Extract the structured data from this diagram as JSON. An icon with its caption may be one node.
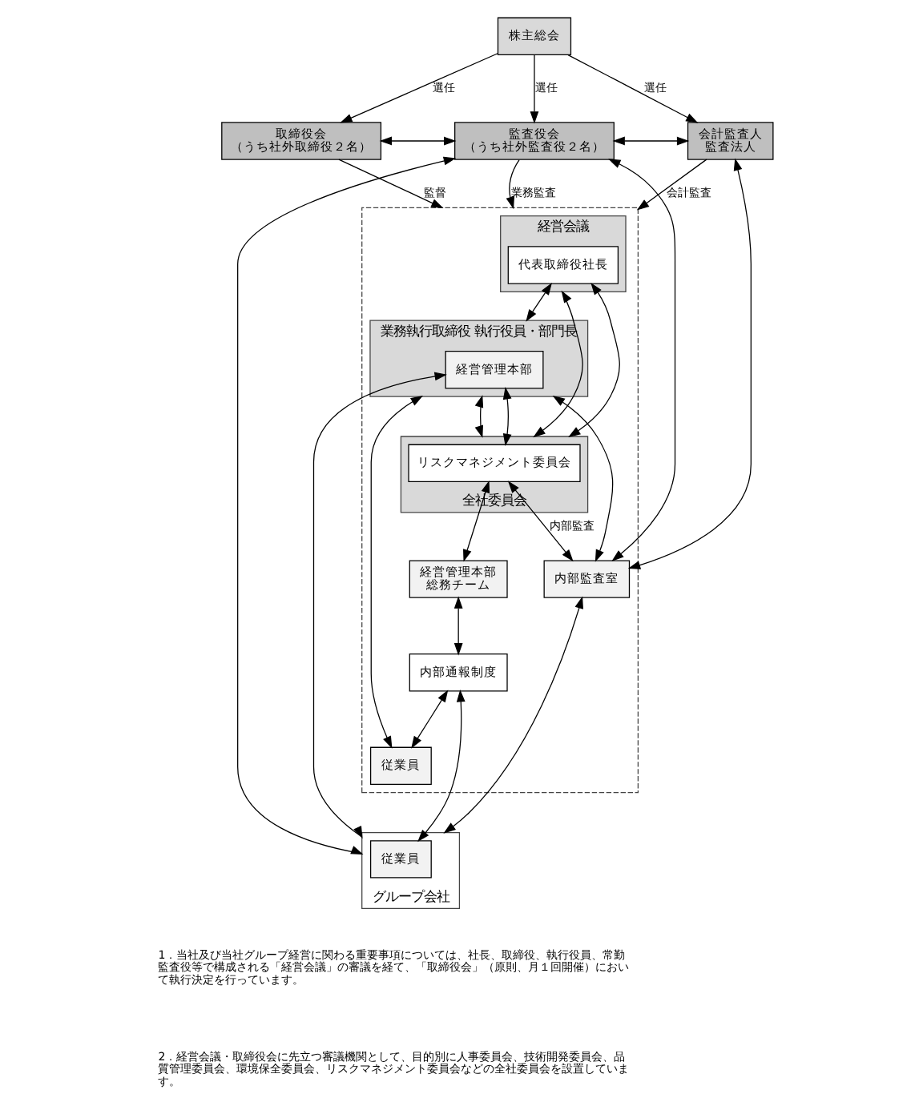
{
  "diagram": {
    "nodes": [
      {
        "text": [
          "株主総会"
        ]
      },
      {
        "text": [
          "取締役会",
          "（うち社外取締役２名）"
        ]
      },
      {
        "text": [
          "監査役会",
          "（うち社外監査役２名）"
        ]
      },
      {
        "text": [
          "会計監査人",
          "監査法人"
        ]
      },
      {
        "text": [],
        "shape": "box"
      },
      {
        "text": [
          "経営会議"
        ],
        "in": 4
      },
      {
        "text": [
          "代表取締役社長"
        ],
        "in": 5
      },
      {
        "text": [
          "業務執行取締役 執行役員・部門長"
        ],
        "in": 4
      },
      {
        "text": [
          "経営管理本部"
        ],
        "in": 7
      },
      {
        "text": [
          "全社委員会"
        ],
        "in": 4
      },
      {
        "text": [
          "リスクマネジメント委員会"
        ],
        "in": 9
      },
      {
        "text": [
          "内部監査室"
        ],
        "in": 4
      },
      {
        "text": [
          "経営管理本部",
          "総務チーム"
        ],
        "in": 4
      },
      {
        "text": [
          "内部通報制度"
        ],
        "in": 4
      },
      {
        "text": [
          "従業員"
        ],
        "in": 4
      },
      {
        "text": [
          "グループ会社"
        ]
      },
      {
        "text": [
          "従業員"
        ],
        "in": 15
      }
    ],
    "edges": [
      {
        "from": 0,
        "to": 1,
        "arrow": "to",
        "label": "選任"
      },
      {
        "from": 0,
        "to": 2,
        "arrow": "to",
        "label": "選任"
      },
      {
        "from": 0,
        "to": 3,
        "arrow": "to",
        "label": "選任"
      },
      {
        "from": 1,
        "to": 2,
        "arrow": "both"
      },
      {
        "from": 2,
        "to": 3,
        "arrow": "both"
      },
      {
        "from": 1,
        "to": 4,
        "arrow": "to",
        "label": "監督"
      },
      {
        "from": 2,
        "to": 4,
        "arrow": "to",
        "label": "業務監査"
      },
      {
        "from": 3,
        "to": 4,
        "arrow": "to",
        "label": "会計監査"
      },
      {
        "from": 2,
        "to": 11,
        "arrow": "both"
      },
      {
        "from": 2,
        "to": 15,
        "arrow": "both"
      },
      {
        "from": 6,
        "to": 7,
        "arrow": "both"
      },
      {
        "from": 5,
        "to": 9,
        "arrow": "both"
      },
      {
        "from": 6,
        "to": 9,
        "arrow": "both"
      },
      {
        "from": 7,
        "to": 9,
        "arrow": "both"
      },
      {
        "from": 8,
        "to": 10,
        "arrow": "both"
      },
      {
        "from": 10,
        "to": 11,
        "arrow": "both",
        "label": "内部監査"
      },
      {
        "from": 7,
        "to": 11,
        "arrow": "both"
      },
      {
        "from": 11,
        "to": 3,
        "arrow": "both"
      },
      {
        "from": 10,
        "to": 12,
        "arrow": "both"
      },
      {
        "from": 12,
        "to": 13,
        "arrow": "both"
      },
      {
        "from": 13,
        "to": 14,
        "arrow": "both"
      },
      {
        "from": 7,
        "to": 14,
        "arrow": "both"
      },
      {
        "from": 8,
        "to": 15,
        "arrow": "both"
      },
      {
        "from": 13,
        "to": 16,
        "arrow": "both"
      },
      {
        "from": 11,
        "to": 15,
        "arrow": "both"
      }
    ],
    "labels": [
      "1．当社及び当社グループ経営に関わる重要事項については、社長、取締役、執行役員、常勤監査役等で構成される「経営会議」の審議を経て、「取締役会」（原則、月１回開催）において執行決定を行っています。",
      "2．経営会議・取締役会に先立つ審議機関として、目的別に人事委員会、技術開発委員会、品質管理委員会、環境保全委員会、リスクマネジメント委員会などの全社委員会を設置しています。"
    ]
  }
}
